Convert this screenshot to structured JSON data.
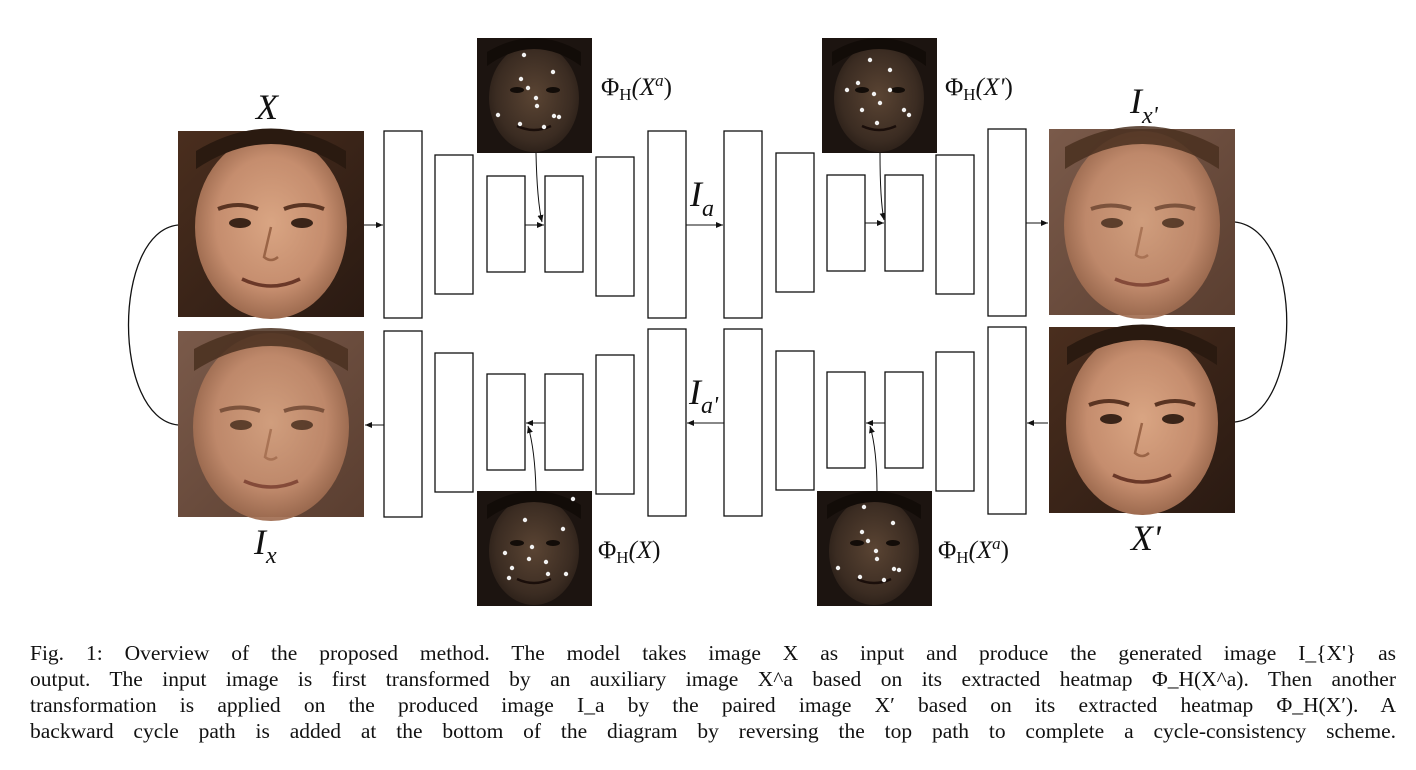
{
  "diagram": {
    "labels": {
      "x_input": "X",
      "i_x_prime": "I",
      "i_x_prime_sub": "x'",
      "i_a": "I",
      "i_a_sub": "a",
      "i_a_prime": "I",
      "i_a_prime_sub": "a'",
      "i_x": "I",
      "i_x_sub": "x",
      "x_prime": "X'"
    },
    "heatmap_labels": {
      "top_left": {
        "phi": "Φ",
        "sub": "H",
        "arg": "(X",
        "sup": "a",
        "close": ")"
      },
      "top_right": {
        "phi": "Φ",
        "sub": "H",
        "arg": "(X'",
        "sup": "",
        "close": ")"
      },
      "bottom_left": {
        "phi": "Φ",
        "sub": "H",
        "arg": "(X",
        "sup": "",
        "close": ")"
      },
      "bottom_right": {
        "phi": "Φ",
        "sub": "H",
        "arg": "(X",
        "sup": "a",
        "close": ")"
      }
    },
    "colors": {
      "face_light_skin": "#c58d6e",
      "face_light_bg": "#3a2418",
      "face_dark_skin": "#3b2c22",
      "face_dark_bg": "#1c1410",
      "landmark": "#f2f2f2"
    }
  },
  "caption": {
    "lines": [
      "Fig. 1: Overview of the proposed method. The model takes image X as input and produce the generated image I_{X'} as",
      "output. The input image is first transformed by an auxiliary image X^a based on its extracted heatmap Φ_H(X^a). Then another",
      "transformation is applied on the produced image I_a by the paired image X′ based on its extracted heatmap Φ_H(X′). A",
      "backward cycle path is added at the bottom of the diagram by reversing the top path to complete a cycle-consistency scheme."
    ]
  }
}
